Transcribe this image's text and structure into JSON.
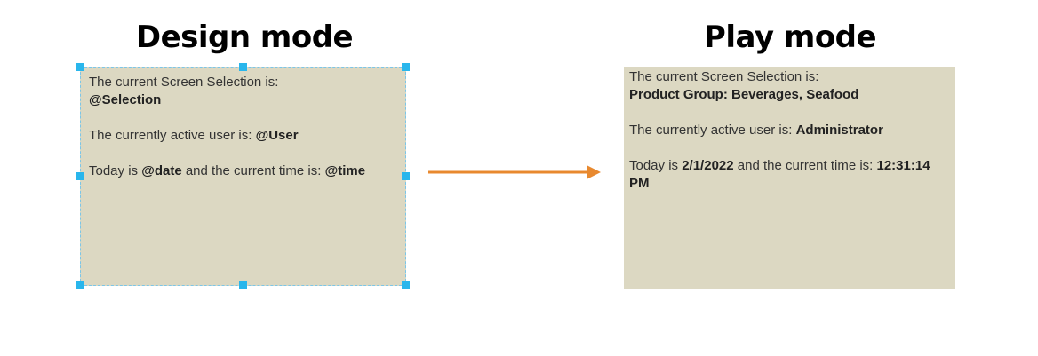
{
  "headings": {
    "design": "Design mode",
    "play": "Play mode"
  },
  "design_panel": {
    "line1": "The current Screen Selection is:",
    "selection": "@Selection",
    "user_prefix": "The currently active user is: ",
    "user": "@User",
    "date_prefix": "Today is ",
    "date": "@date",
    "time_prefix": " and the current time is: ",
    "time": "@time"
  },
  "play_panel": {
    "line1": "The current Screen Selection is:",
    "selection": "Product Group: Beverages, Seafood",
    "user_prefix": "The currently active user is: ",
    "user": "Administrator",
    "date_prefix": "Today is ",
    "date": "2/1/2022",
    "time_prefix": " and the current time is: ",
    "time": "12:31:14 PM"
  },
  "colors": {
    "panel_background": "#dcd8c2",
    "selection_handle": "#29b6ec",
    "selection_border": "#7cc6e8",
    "arrow": "#e8892f"
  },
  "icons": {
    "arrow": "arrow-right-icon"
  }
}
